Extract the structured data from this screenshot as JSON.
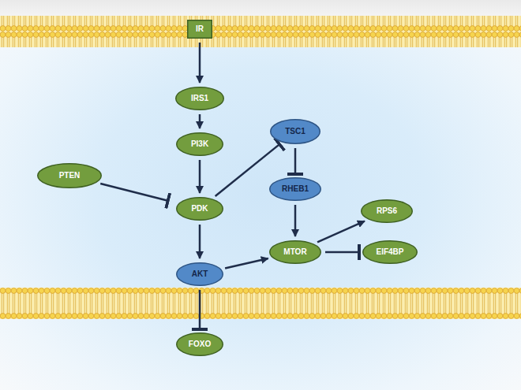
{
  "diagram": {
    "nodes": [
      {
        "text": [
          "IR"
        ]
      },
      {
        "text": [
          "IRS1"
        ]
      },
      {
        "text": [
          "TSC1"
        ]
      },
      {
        "text": [
          "PI3K"
        ]
      },
      {
        "text": [
          "PTEN"
        ]
      },
      {
        "text": [
          "RHEB1"
        ]
      },
      {
        "text": [
          "PDK"
        ]
      },
      {
        "text": [
          "RPS6"
        ]
      },
      {
        "text": [
          "MTOR"
        ]
      },
      {
        "text": [
          "EIF4BP"
        ]
      },
      {
        "text": [
          "AKT"
        ]
      },
      {
        "text": [
          "FOXO"
        ]
      }
    ],
    "edges": [
      {
        "from": 0,
        "to": 1,
        "arrow": "to"
      },
      {
        "from": 1,
        "to": 3,
        "arrow": "to"
      },
      {
        "from": 3,
        "to": 6,
        "arrow": "to"
      },
      {
        "from": 4,
        "to": 6,
        "arrow": "to"
      },
      {
        "from": 6,
        "to": 2,
        "arrow": "to"
      },
      {
        "from": 2,
        "to": 5,
        "arrow": "to"
      },
      {
        "from": 5,
        "to": 8,
        "arrow": "to"
      },
      {
        "from": 6,
        "to": 10,
        "arrow": "to"
      },
      {
        "from": 10,
        "to": 8,
        "arrow": "to"
      },
      {
        "from": 8,
        "to": 7,
        "arrow": "to"
      },
      {
        "from": 8,
        "to": 9,
        "arrow": "to"
      },
      {
        "from": 10,
        "to": 11,
        "arrow": "to"
      }
    ]
  }
}
